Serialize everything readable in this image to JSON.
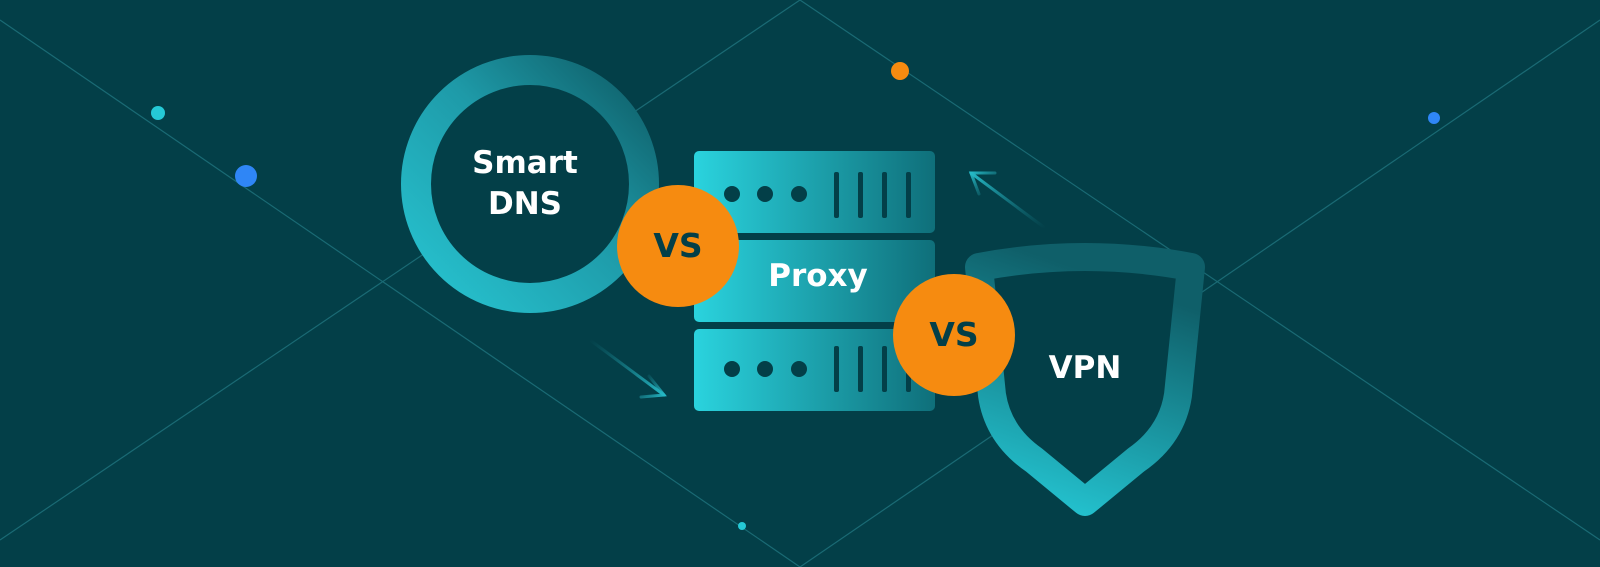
{
  "colors": {
    "background": "#033f48",
    "teal_accent": "#25c9d6",
    "orange_accent": "#f68b10",
    "blue_dot": "#2f86f6",
    "text_light": "#ffffff",
    "text_dark": "#033f48"
  },
  "options": {
    "smart_dns": {
      "line1": "Smart",
      "line2": "DNS",
      "icon": "ring-icon"
    },
    "proxy": {
      "label": "Proxy",
      "icon": "server-stack-icon"
    },
    "vpn": {
      "label": "VPN",
      "icon": "shield-icon"
    }
  },
  "comparators": [
    {
      "label": "VS"
    },
    {
      "label": "VS"
    }
  ]
}
